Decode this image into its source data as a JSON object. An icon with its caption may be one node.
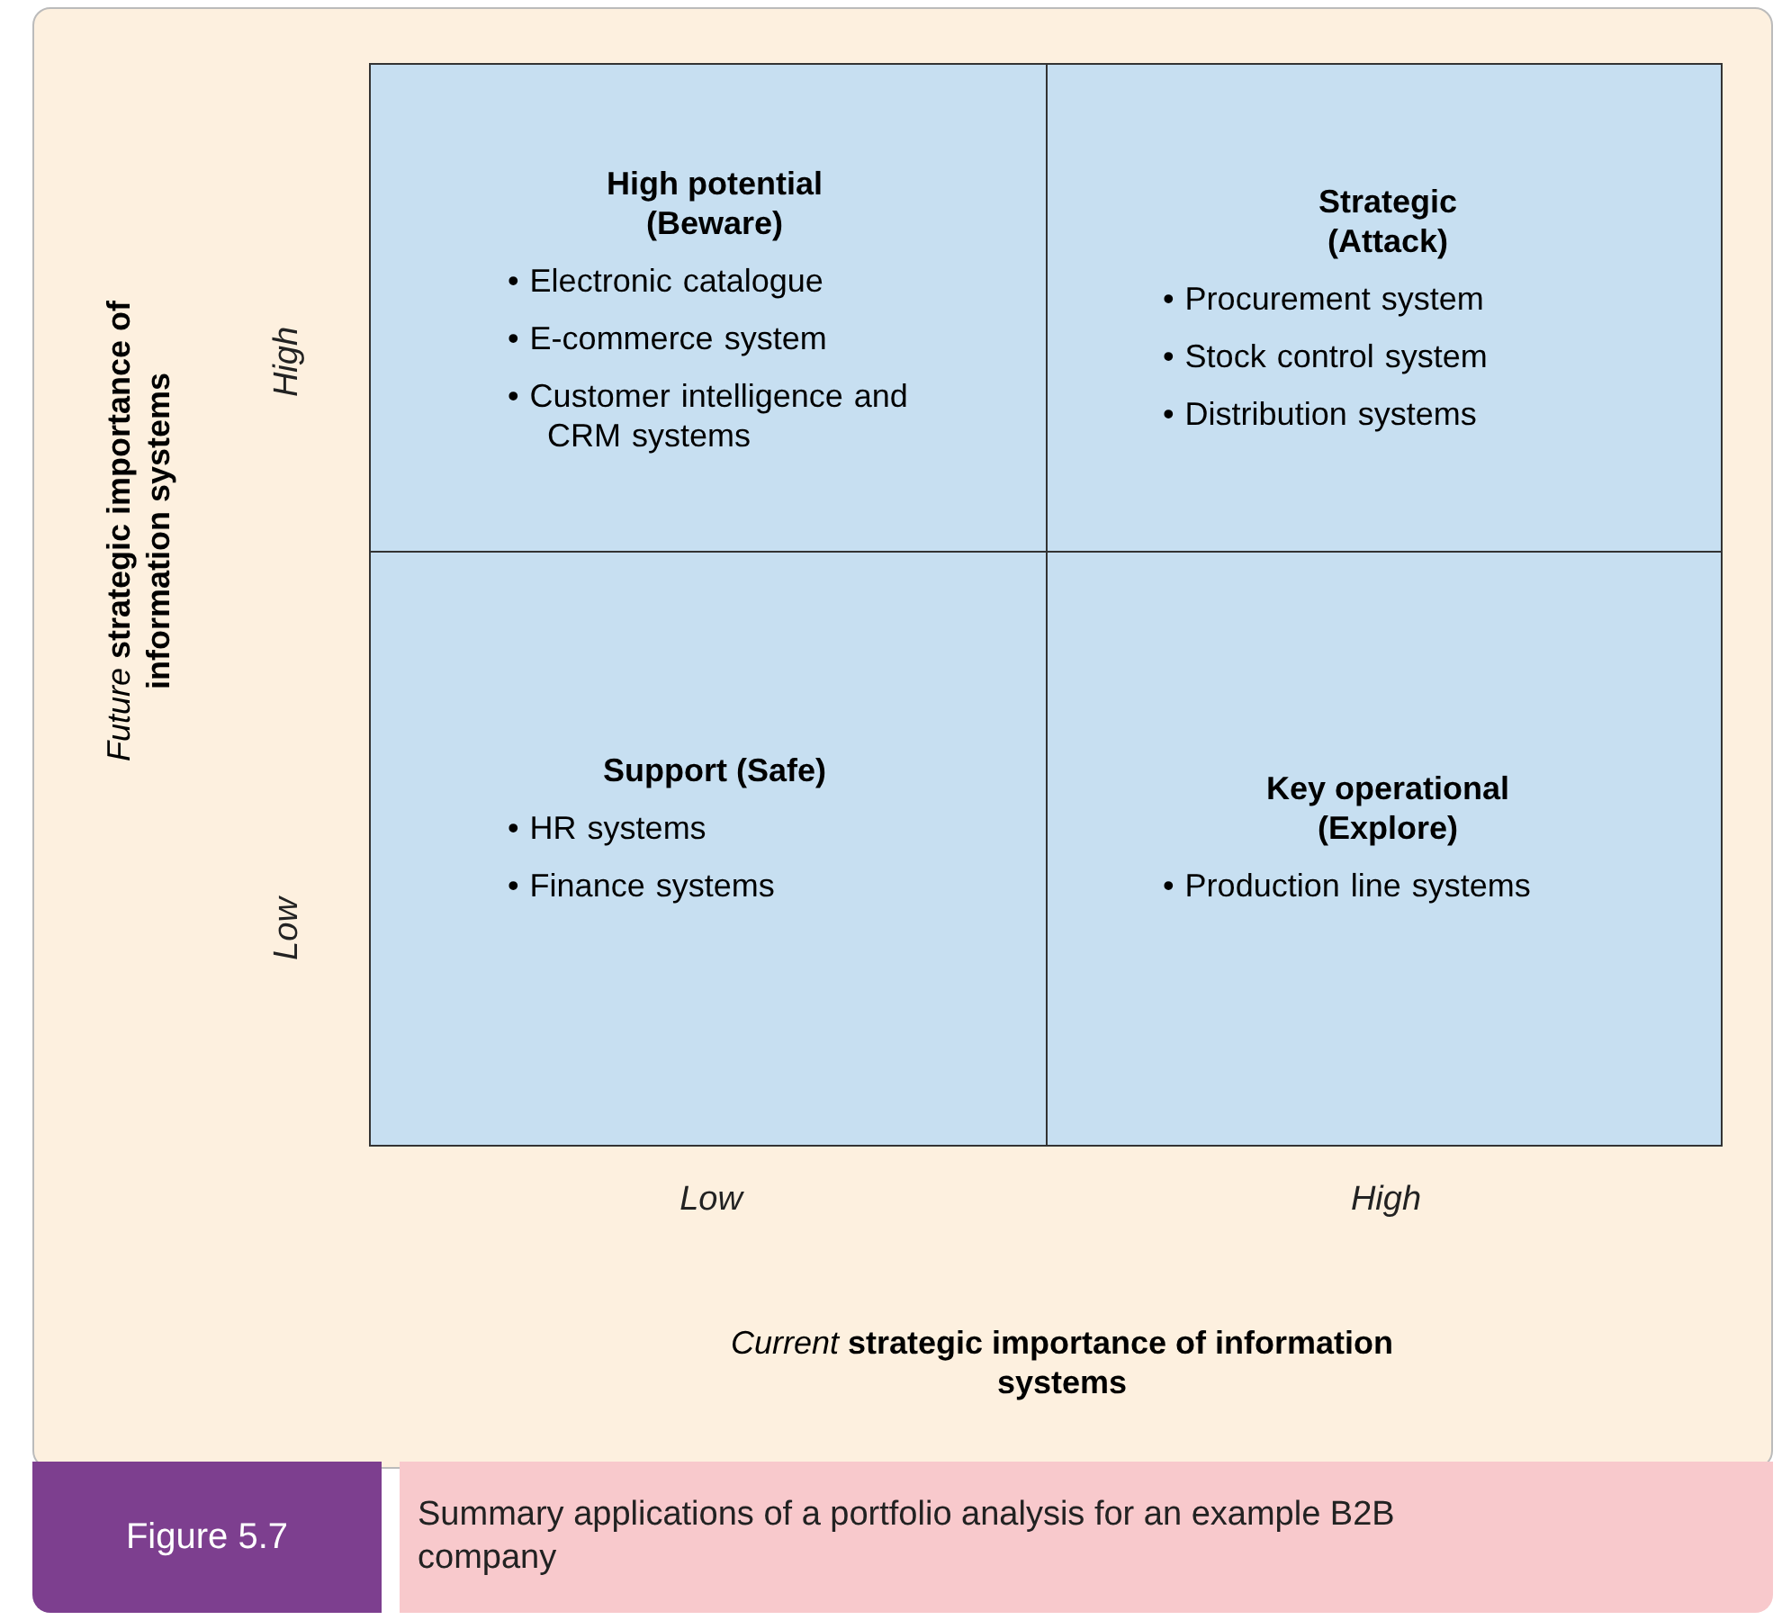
{
  "diagram": {
    "nodes": [
      {
        "text": [
          "High potential (Beware)",
          "• Electronic catalogue",
          "• E-commerce system",
          "• Customer intelligence and CRM systems"
        ]
      },
      {
        "text": [
          "Strategic (Attack)",
          "• Procurement system",
          "• Stock control system",
          "• Distribution systems"
        ]
      },
      {
        "text": [
          "Support (Safe)",
          "• HR systems",
          "• Finance systems"
        ]
      },
      {
        "text": [
          "Key operational (Explore)",
          "• Production line systems"
        ]
      },
      {
        "text": [
          "Figure 5.7"
        ]
      },
      {
        "text": [
          "Summary applications of a portfolio analysis for an example B2B company"
        ]
      }
    ],
    "edges": [],
    "labels": [
      "*Future* **strategic importance of information systems**",
      "High",
      "Low",
      "Low",
      "High",
      "*Current* **strategic importance of information systems**"
    ]
  }
}
